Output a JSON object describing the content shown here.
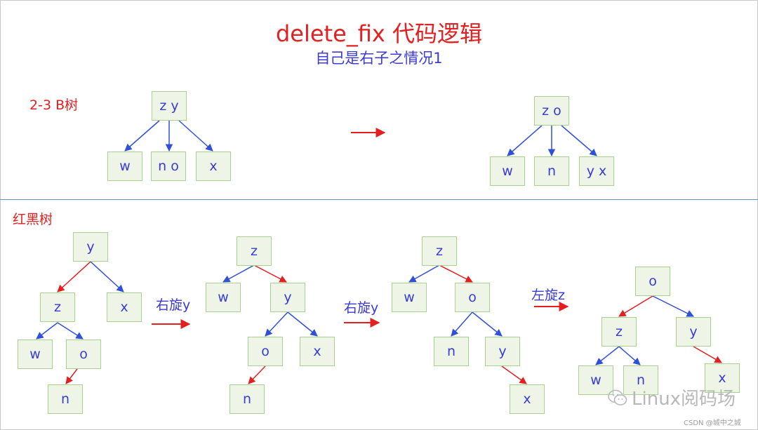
{
  "title": "delete_fix 代码逻辑",
  "subtitle": "自己是右子之情况1",
  "sections": {
    "btree_label": "2-3 B树",
    "rbtree_label": "红黑树"
  },
  "btree": {
    "before": {
      "root": "z y",
      "children": [
        "w",
        "n o",
        "x"
      ]
    },
    "after": {
      "root": "z o",
      "children": [
        "w",
        "n",
        "y x"
      ]
    }
  },
  "rbtree": {
    "step0": {
      "y": "y",
      "z": "z",
      "x": "x",
      "w": "w",
      "o": "o",
      "n": "n"
    },
    "op1": "右旋y",
    "step1": {
      "z": "z",
      "w": "w",
      "y": "y",
      "o": "o",
      "x": "x",
      "n": "n"
    },
    "op2": "右旋y",
    "step2": {
      "z": "z",
      "w": "w",
      "o": "o",
      "n": "n",
      "y": "y",
      "x": "x"
    },
    "op3": "左旋z",
    "step3": {
      "o": "o",
      "z": "z",
      "y": "y",
      "w": "w",
      "n": "n",
      "x": "x"
    }
  },
  "watermark": "Linux阅码场",
  "credit": "CSDN @城中之城",
  "colors": {
    "red_edge": "#e41f1f",
    "black_edge": "#2f50d8",
    "node_fill": "#eef5e6",
    "node_border": "#a9d08e",
    "text_blue": "#3a3ad6",
    "text_red": "#e41f1f"
  }
}
